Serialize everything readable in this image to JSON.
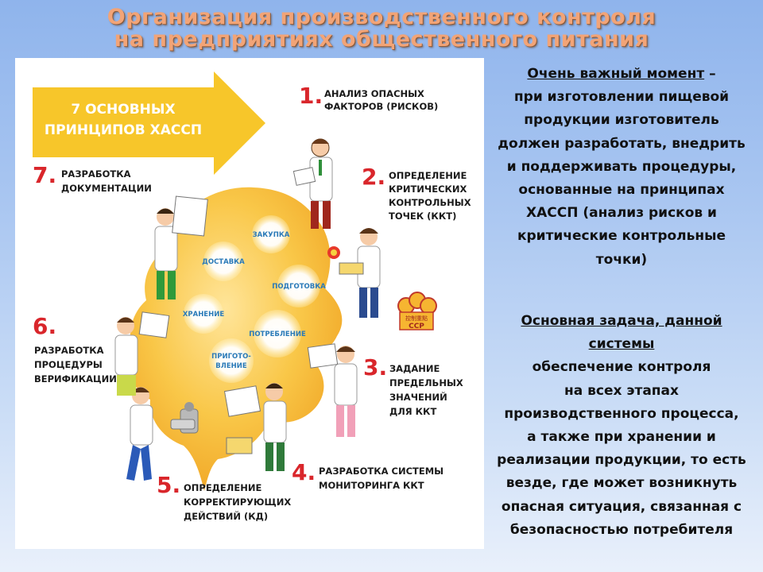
{
  "title": {
    "line1": "Организация производственного контроля",
    "line2": "на предприятиях общественного питания"
  },
  "arrow_text": {
    "line1": "7 ОСНОВНЫХ",
    "line2": "ПРИНЦИПОВ ХАССП"
  },
  "principles": [
    {
      "num": "1.",
      "line1": "АНАЛИЗ ОПАСНЫХ",
      "line2": "ФАКТОРОВ (РИСКОВ)"
    },
    {
      "num": "2.",
      "line1": "ОПРЕДЕЛЕНИЕ",
      "line2": "КРИТИЧЕСКИХ",
      "line3": "КОНТРОЛЬНЫХ",
      "line4": "ТОЧЕК (ККТ)"
    },
    {
      "num": "3.",
      "line1": "ЗАДАНИЕ",
      "line2": "ПРЕДЕЛЬНЫХ",
      "line3": "ЗНАЧЕНИЙ",
      "line4": "ДЛЯ ККТ"
    },
    {
      "num": "4.",
      "line1": "РАЗРАБОТКА СИСТЕМЫ",
      "line2": "МОНИТОРИНГА ККТ"
    },
    {
      "num": "5.",
      "line1": "ОПРЕДЕЛЕНИЕ",
      "line2": "КОРРЕКТИРУЮЩИХ",
      "line3": "ДЕЙСТВИЙ (КД)"
    },
    {
      "num": "6.",
      "line1": "РАЗРАБОТКА",
      "line2": "ПРОЦЕДУРЫ",
      "line3": "ВЕРИФИКАЦИИ"
    },
    {
      "num": "7.",
      "line1": "РАЗРАБОТКА",
      "line2": "ДОКУМЕНТАЦИИ"
    }
  ],
  "stages": {
    "zakupka": "ЗАКУПКА",
    "dostavka": "ДОСТАВКА",
    "podgotovka": "ПОДГОТОВКА",
    "hranenie": "ХРАНЕНИЕ",
    "potreblenie": "ПОТРЕБЛЕНИЕ",
    "prigotovlenie1": "ПРИГОТО-",
    "prigotovlenie2": "ВЛЕНИЕ"
  },
  "ccp_badge": {
    "kanji": "控制重點",
    "label": "CCP"
  },
  "right_block1": {
    "heading": "Очень важный момент",
    "dash": " –",
    "lines": [
      "при изготовлении пищевой",
      "продукции изготовитель",
      "должен разработать, внедрить",
      "и поддерживать процедуры,",
      "основанные на принципах",
      "ХАССП (анализ рисков и",
      "критические контрольные",
      "точки)"
    ]
  },
  "right_block2": {
    "heading1": "Основная задача, данной",
    "heading2": "системы",
    "lines": [
      "обеспечение контроля",
      "на всех этапах",
      "производственного процесса,",
      "а также при хранении и",
      "реализации продукции, то есть",
      "везде, где может возникнуть",
      "опасная ситуация, связанная с",
      "безопасностью потребителя"
    ]
  },
  "colors": {
    "title": "#f2a477",
    "arrow": "#f7c62a",
    "principle_number": "#d9262b",
    "blob": "#f6b531",
    "stage_text": "#2a7ab8"
  }
}
